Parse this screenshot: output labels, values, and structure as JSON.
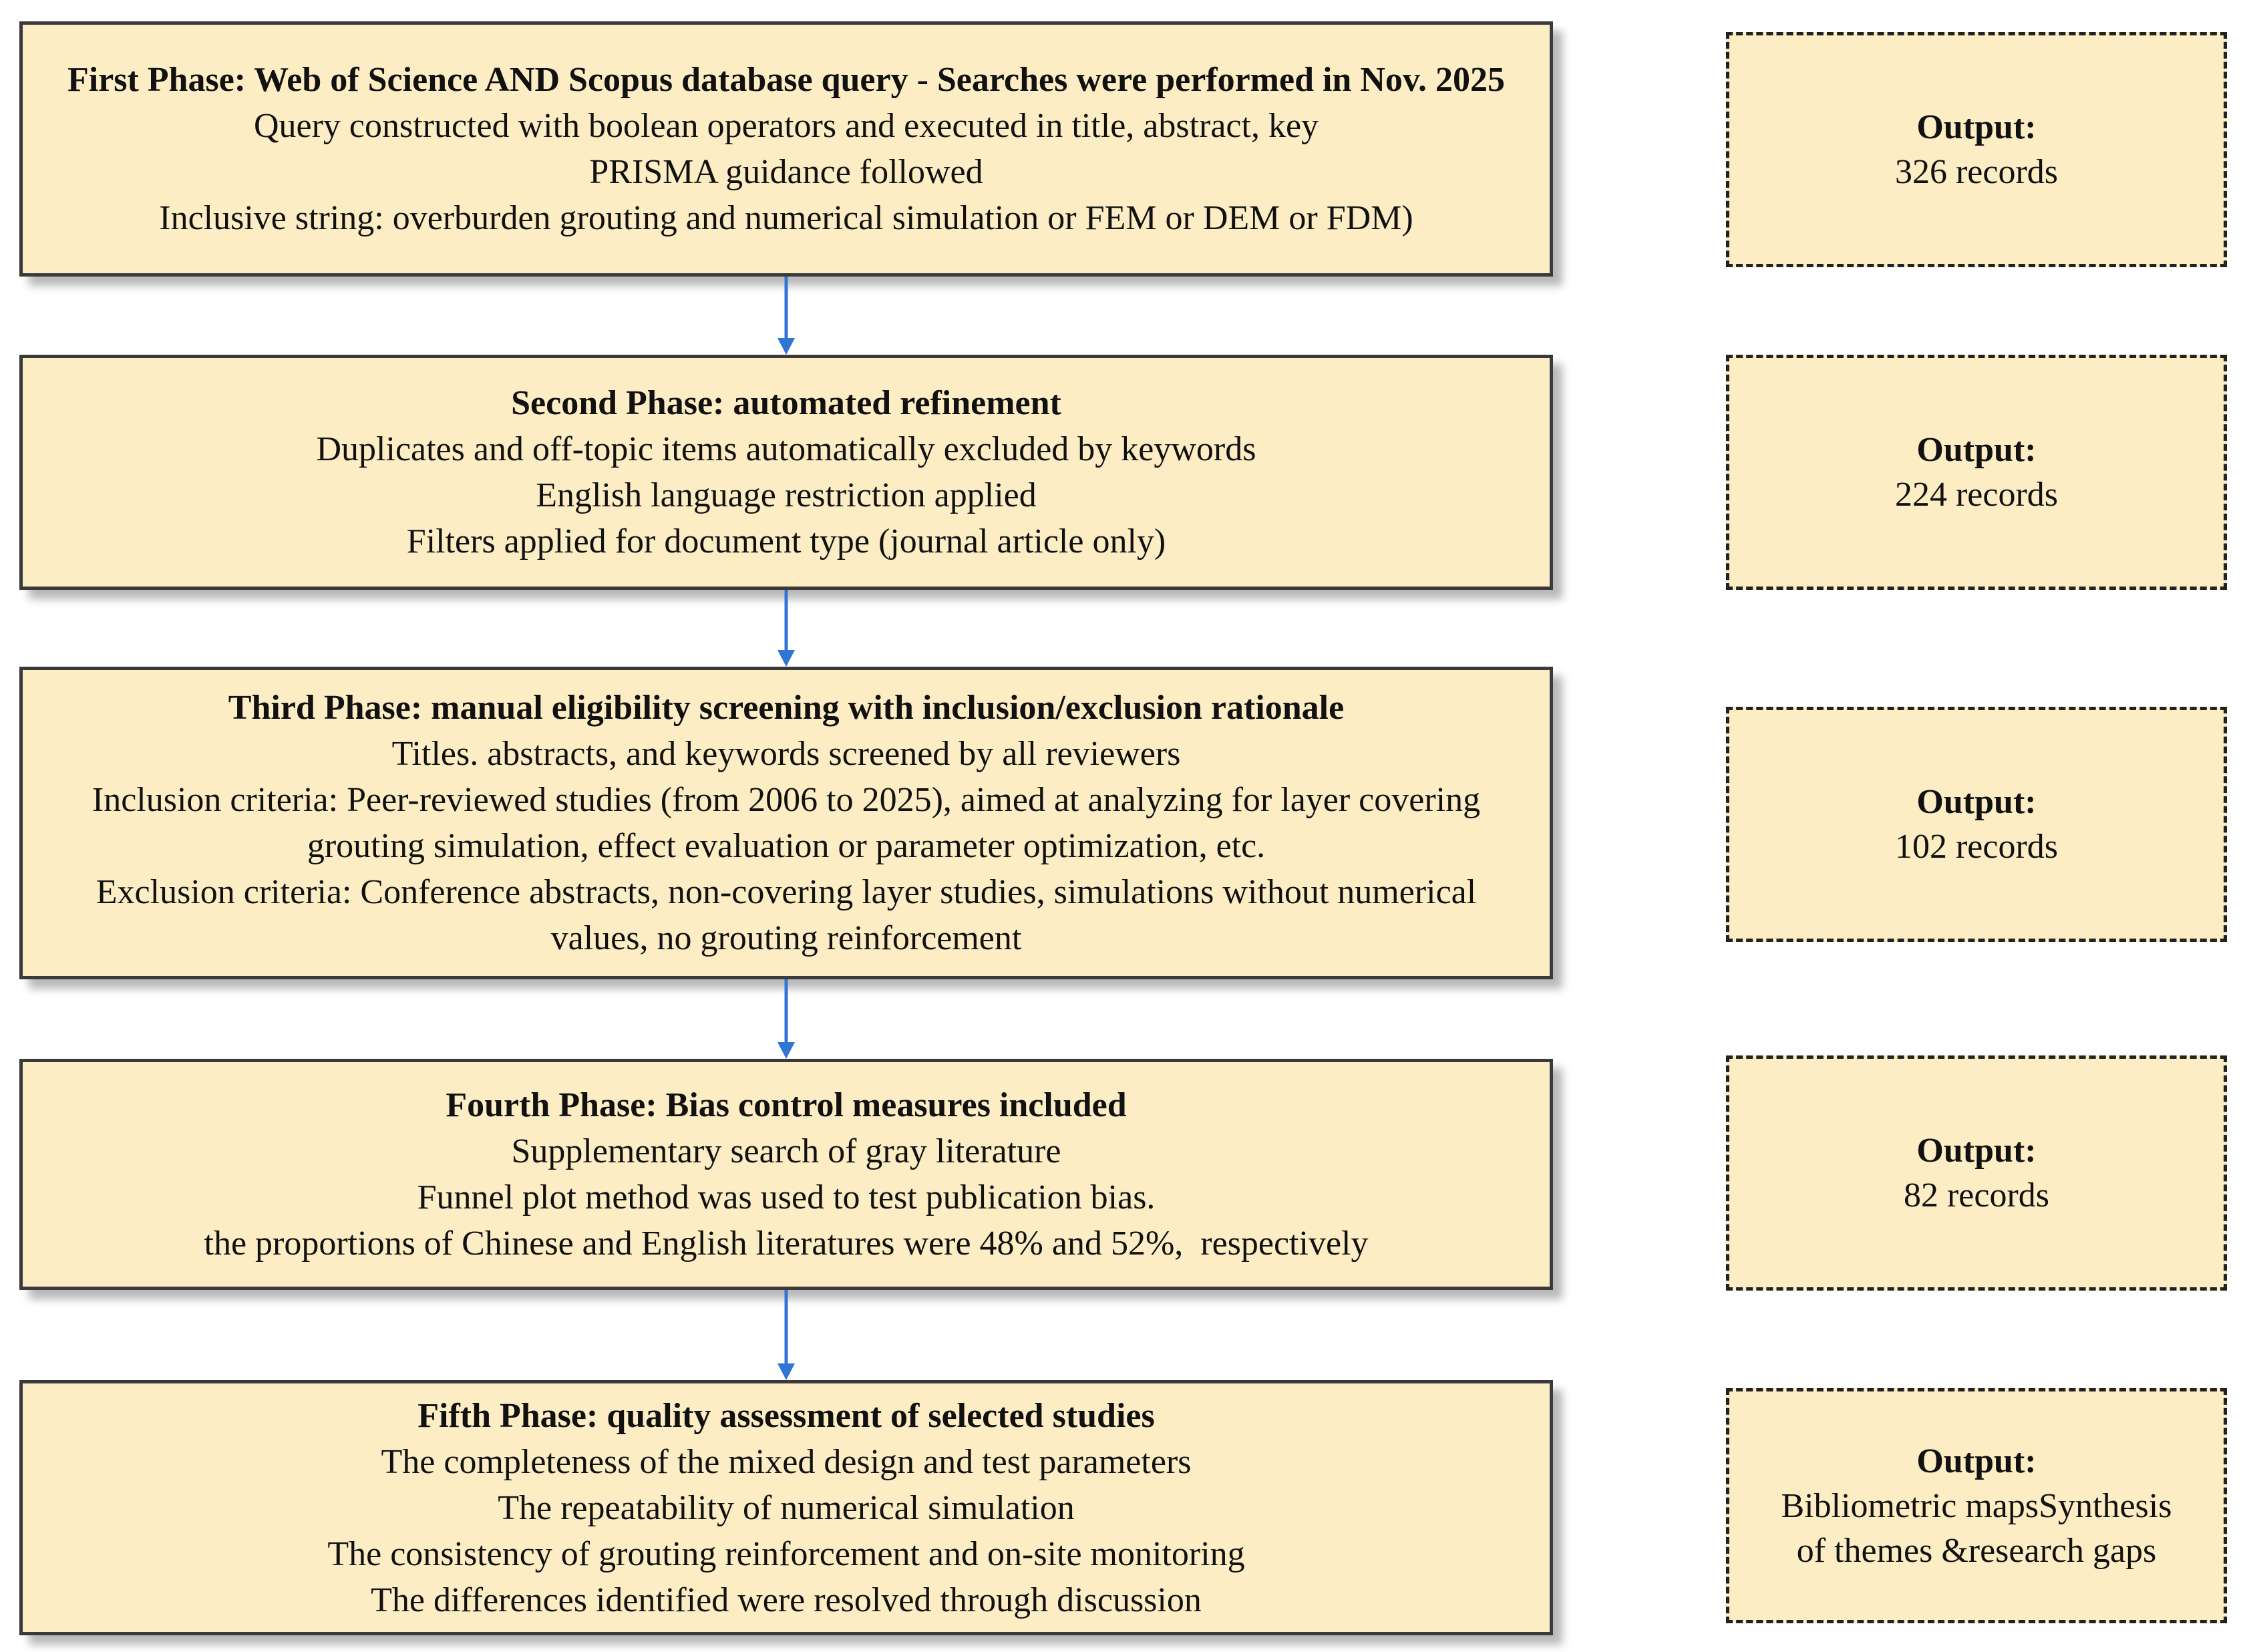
{
  "colors": {
    "box_fill": "#fdedc4",
    "box_border": "#3a3a3a",
    "arrow": "#2f75d6"
  },
  "phases": [
    {
      "title": "First Phase: Web of Science AND Scopus database query - Searches were performed in Nov. 2025",
      "lines": [
        "Query constructed with boolean operators and executed in title, abstract, key",
        "PRISMA guidance followed",
        "Inclusive string: overburden grouting and numerical simulation or FEM or DEM or FDM)"
      ]
    },
    {
      "title": "Second Phase: automated refinement",
      "lines": [
        "Duplicates and off-topic items automatically excluded by keywords",
        "English language restriction applied",
        "Filters applied for document type (journal article only)"
      ]
    },
    {
      "title": "Third Phase: manual eligibility screening with inclusion/exclusion rationale",
      "lines": [
        "Titles. abstracts, and keywords screened by all reviewers",
        "Inclusion criteria: Peer-reviewed studies (from 2006 to 2025), aimed at analyzing for layer covering grouting simulation, effect evaluation or parameter optimization, etc.",
        "Exclusion criteria: Conference abstracts, non-covering layer studies, simulations without numerical values, no grouting reinforcement"
      ]
    },
    {
      "title": "Fourth Phase: Bias control measures included",
      "lines": [
        "Supplementary search of gray literature",
        "Funnel plot method was used to test publication bias.",
        "the proportions of Chinese and English literatures were 48% and 52%,  respectively"
      ]
    },
    {
      "title": "Fifth Phase: quality assessment of selected studies",
      "lines": [
        "The completeness of the mixed design and test parameters",
        "The repeatability of numerical simulation",
        "The consistency of grouting reinforcement and on-site monitoring",
        "The differences identified were resolved through discussion"
      ]
    }
  ],
  "outputs": [
    {
      "label": "Output:",
      "lines": [
        "326 records"
      ]
    },
    {
      "label": "Output:",
      "lines": [
        "224 records"
      ]
    },
    {
      "label": "Output:",
      "lines": [
        "102 records"
      ]
    },
    {
      "label": "Output:",
      "lines": [
        "82 records"
      ]
    },
    {
      "label": "Output:",
      "lines": [
        "Bibliometric mapsSynthesis",
        "of themes &research gaps"
      ]
    }
  ]
}
